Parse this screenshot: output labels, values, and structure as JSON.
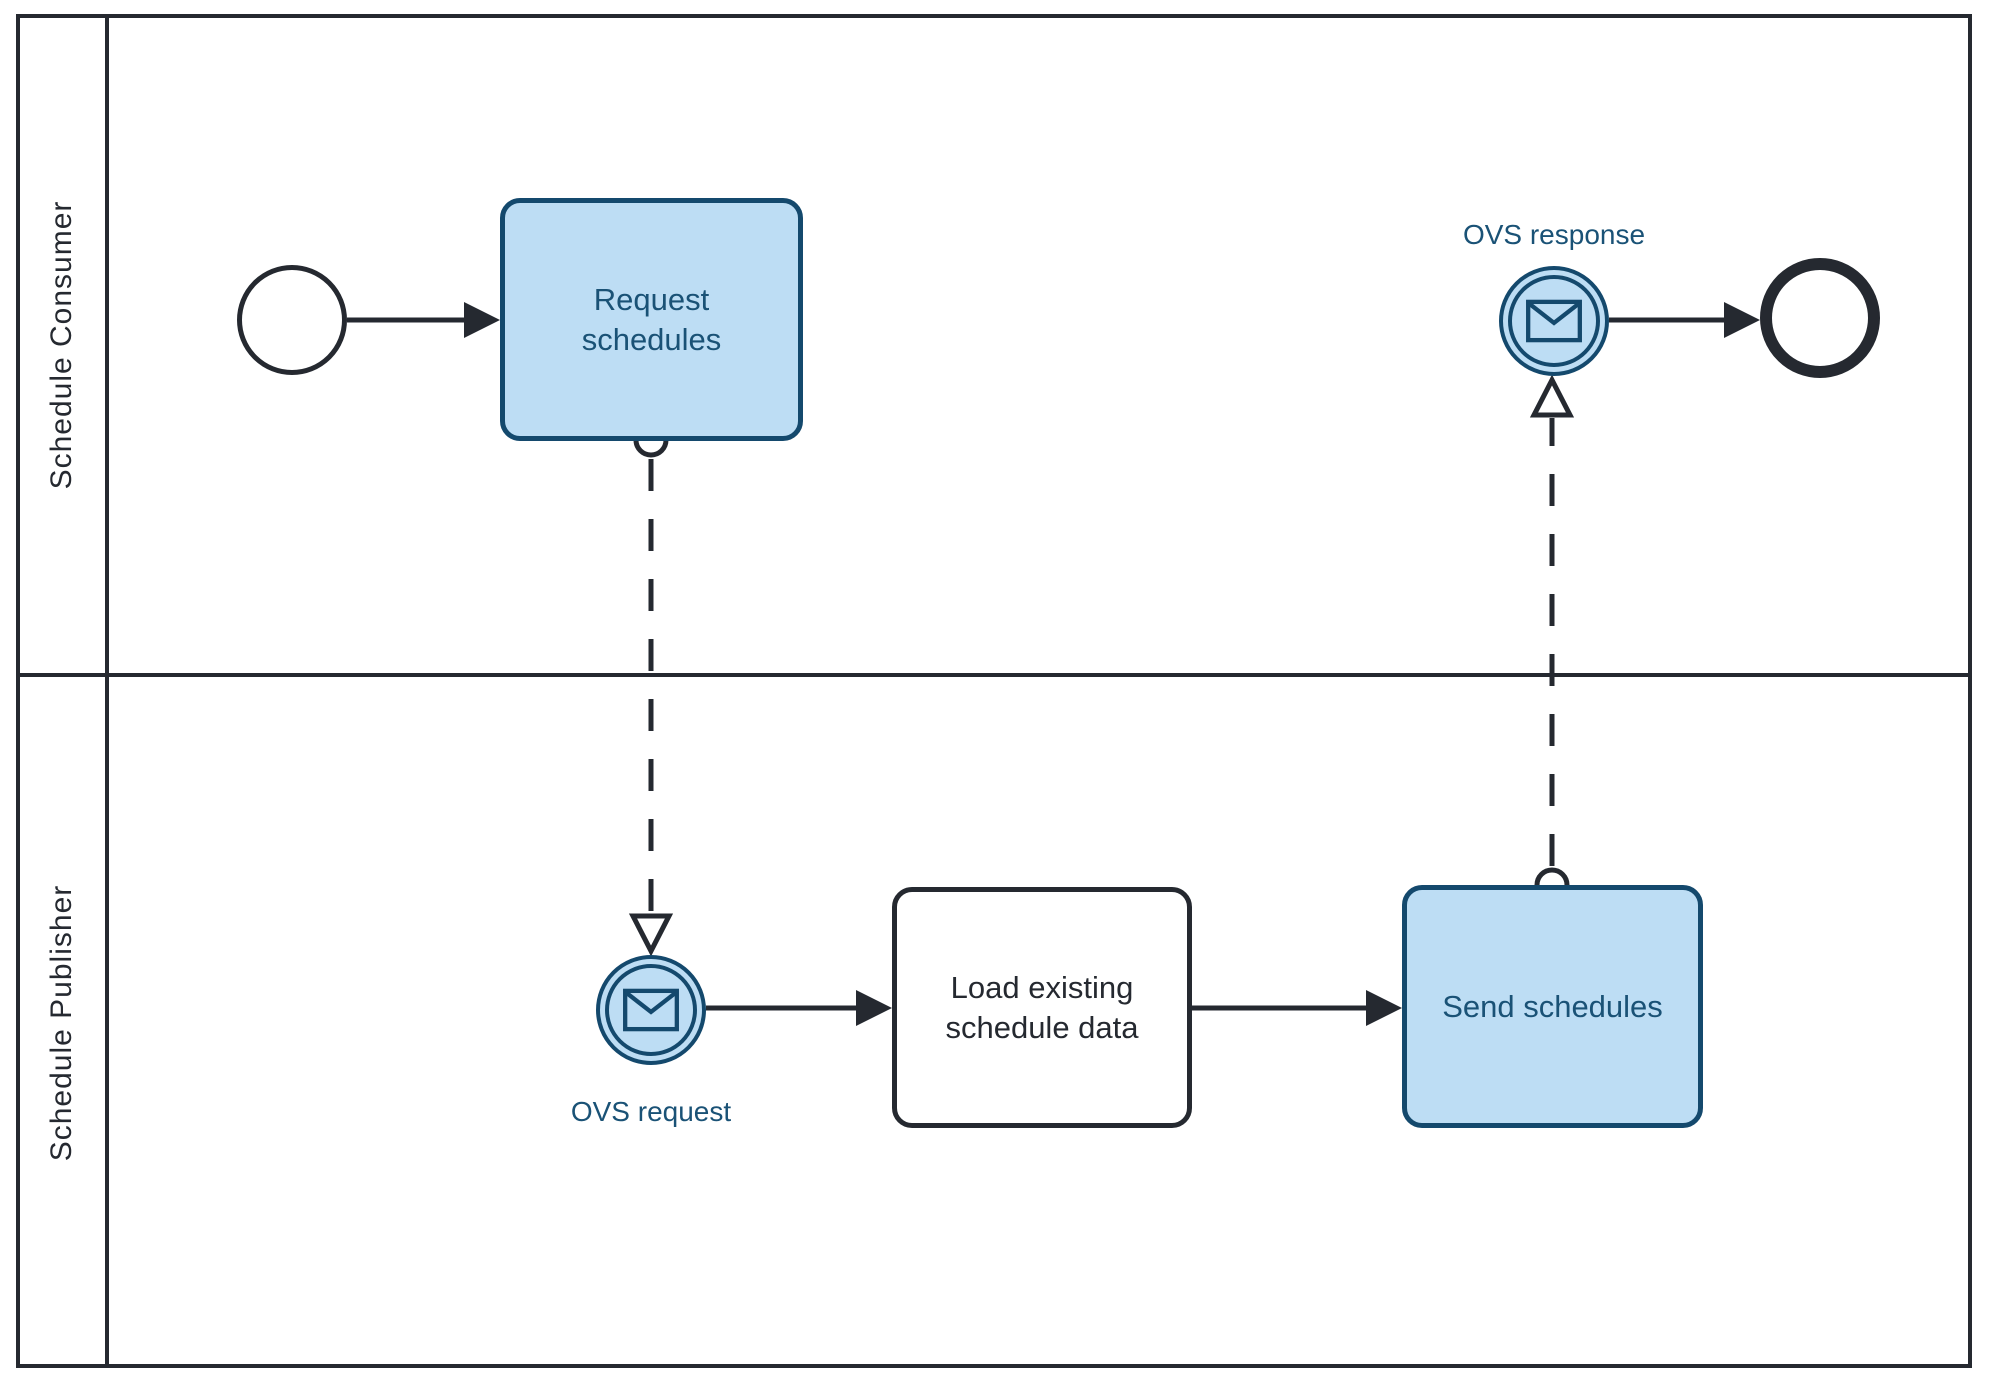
{
  "colors": {
    "ink": "#252930",
    "blue_stroke": "#14496D",
    "blue_fill": "#BDDDF4",
    "blue_text": "#1A5276",
    "background": "#FFFFFF"
  },
  "pool": {
    "lanes": [
      {
        "id": "consumer",
        "label": "Schedule Consumer"
      },
      {
        "id": "publisher",
        "label": "Schedule Publisher"
      }
    ]
  },
  "nodes": {
    "start_event": {
      "kind": "start-event",
      "lane": "consumer",
      "label": ""
    },
    "task_request_schedules": {
      "kind": "task",
      "lane": "consumer",
      "label": "Request\nschedules"
    },
    "event_ovs_response": {
      "kind": "message-catch-event",
      "lane": "consumer",
      "label": "OVS response"
    },
    "end_event": {
      "kind": "end-event",
      "lane": "consumer",
      "label": ""
    },
    "event_ovs_request": {
      "kind": "message-catch-event",
      "lane": "publisher",
      "label": "OVS request"
    },
    "task_load_existing": {
      "kind": "task",
      "lane": "publisher",
      "label": "Load existing\nschedule data"
    },
    "task_send_schedules": {
      "kind": "task",
      "lane": "publisher",
      "label": "Send schedules"
    }
  },
  "flows": {
    "sequence": [
      {
        "from": "start_event",
        "to": "task_request_schedules"
      },
      {
        "from": "event_ovs_request",
        "to": "task_load_existing"
      },
      {
        "from": "task_load_existing",
        "to": "task_send_schedules"
      },
      {
        "from": "event_ovs_response",
        "to": "end_event"
      }
    ],
    "message": [
      {
        "from": "task_request_schedules",
        "to": "event_ovs_request"
      },
      {
        "from": "task_send_schedules",
        "to": "event_ovs_response"
      }
    ]
  }
}
